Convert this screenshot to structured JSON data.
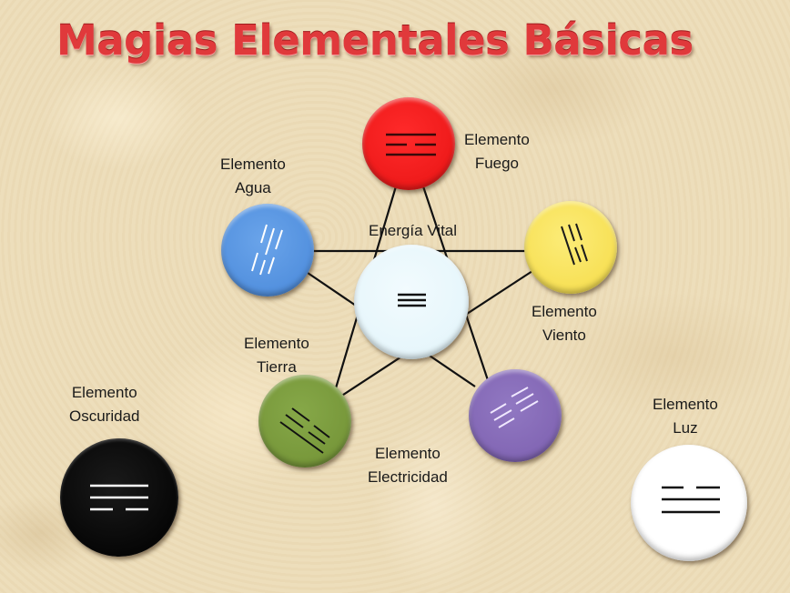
{
  "title": "Magias Elementales Básicas",
  "colors": {
    "title": "#e0393b",
    "background": "#ecdcb8",
    "connector_lines": "#111111"
  },
  "center": {
    "label": "Energía Vital",
    "color": "#e6f6fb",
    "symbol": "three-solid-lines"
  },
  "elements": {
    "fuego": {
      "line1": "Elemento",
      "line2": "Fuego",
      "color": "#ee1c1c",
      "symbol": "solid-broken-solid"
    },
    "agua": {
      "line1": "Elemento",
      "line2": "Agua",
      "color": "#5290de",
      "symbol": "slanted-lines"
    },
    "viento": {
      "line1": "Elemento",
      "line2": "Viento",
      "color": "#f7e055",
      "symbol": "slanted-lines"
    },
    "tierra": {
      "line1": "Elemento",
      "line2": "Tierra",
      "color": "#77973a",
      "symbol": "slanted-lines"
    },
    "electricidad": {
      "line1": "Elemento",
      "line2": "Electricidad",
      "color": "#8266b4",
      "symbol": "slanted-lines"
    },
    "oscuridad": {
      "line1": "Elemento",
      "line2": "Oscuridad",
      "color": "#050505",
      "symbol": "solid-solid-broken"
    },
    "luz": {
      "line1": "Elemento",
      "line2": "Luz",
      "color": "#ffffff",
      "symbol": "broken-solid-solid"
    }
  },
  "connections": [
    [
      "fuego",
      "tierra"
    ],
    [
      "fuego",
      "electricidad"
    ],
    [
      "agua",
      "viento"
    ],
    [
      "agua",
      "electricidad"
    ],
    [
      "viento",
      "tierra"
    ]
  ]
}
